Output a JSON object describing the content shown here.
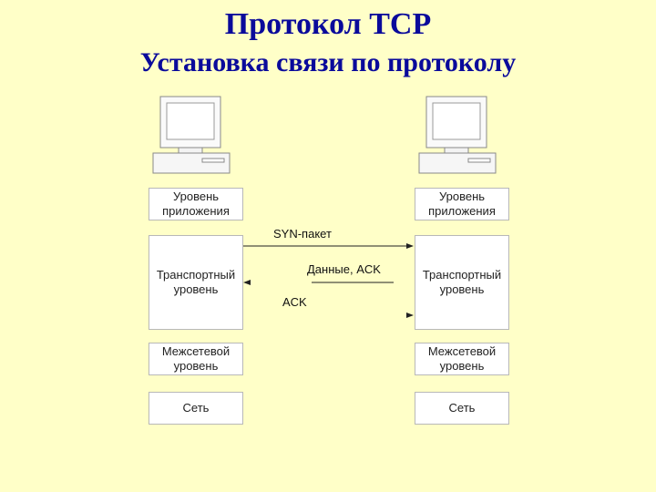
{
  "title": "Протокол TCP",
  "subtitle": "Установка связи по протоколу",
  "left_host": {
    "layers": {
      "application": "Уровень приложения",
      "transport": "Транспортный уровень",
      "internet": "Межсетевой уровень",
      "network": "Сеть"
    }
  },
  "right_host": {
    "layers": {
      "application": "Уровень приложения",
      "transport": "Транспортный уровень",
      "internet": "Межсетевой уровень",
      "network": "Сеть"
    }
  },
  "messages": {
    "syn": "SYN-пакет",
    "data_ack": "Данные, ACK",
    "ack": "ACK"
  },
  "colors": {
    "background": "#ffffc8",
    "title": "#0a0a9b"
  }
}
